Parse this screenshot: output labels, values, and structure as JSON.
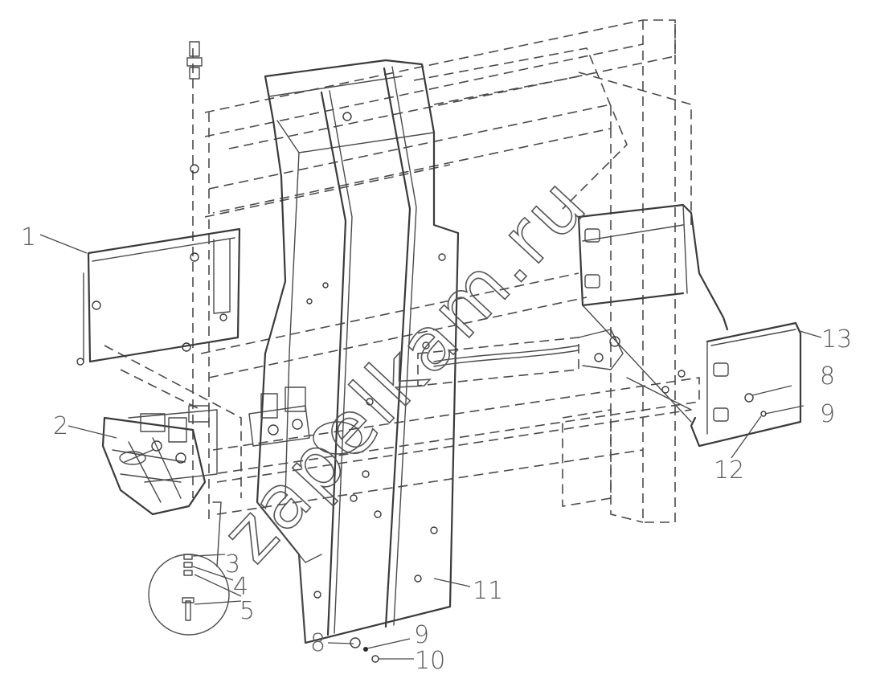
{
  "callouts": [
    {
      "id": "1",
      "text": "1"
    },
    {
      "id": "2",
      "text": "2"
    },
    {
      "id": "3",
      "text": "3"
    },
    {
      "id": "4",
      "text": "4"
    },
    {
      "id": "5",
      "text": "5"
    },
    {
      "id": "8a",
      "text": "8"
    },
    {
      "id": "8b",
      "text": "8"
    },
    {
      "id": "9a",
      "text": "9"
    },
    {
      "id": "9b",
      "text": "9"
    },
    {
      "id": "10",
      "text": "10"
    },
    {
      "id": "11",
      "text": "11"
    },
    {
      "id": "12",
      "text": "12"
    },
    {
      "id": "13",
      "text": "13"
    }
  ],
  "watermark": {
    "text": "zapelkam.ru"
  }
}
